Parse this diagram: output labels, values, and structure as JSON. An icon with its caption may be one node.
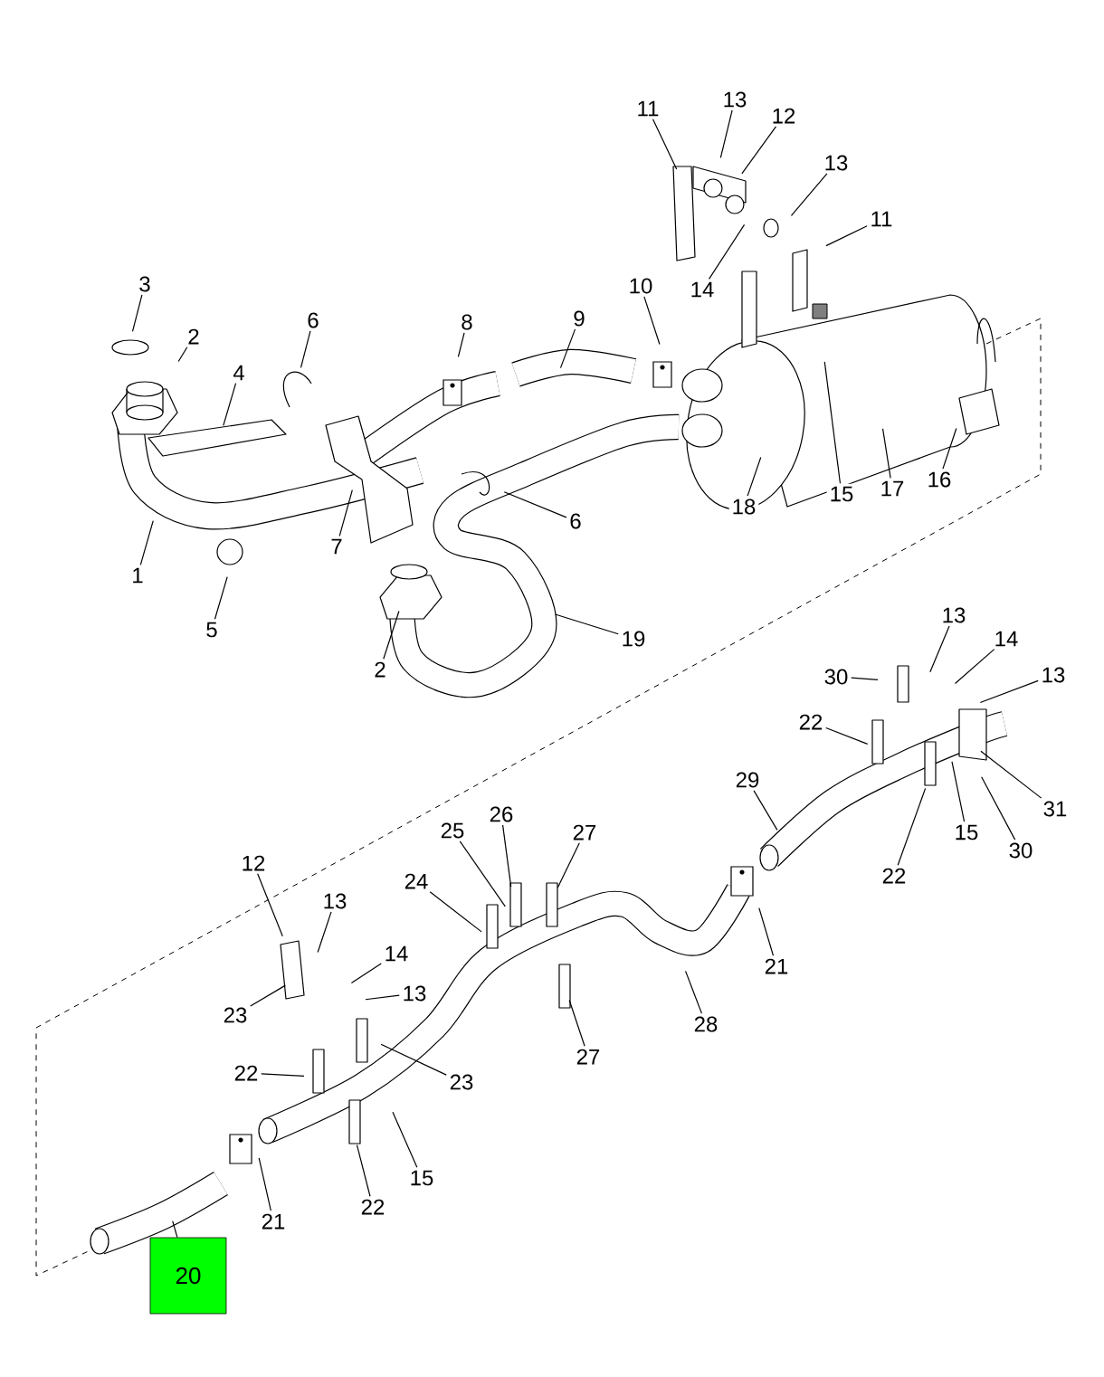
{
  "diagram": {
    "nodes": [
      {
        "text": [
          "11"
        ]
      },
      {
        "text": [
          "13"
        ]
      },
      {
        "text": [
          "12"
        ]
      },
      {
        "text": [
          "13"
        ]
      },
      {
        "text": [
          "11"
        ]
      },
      {
        "text": [
          "14"
        ]
      },
      {
        "text": [
          "3"
        ]
      },
      {
        "text": [
          "10"
        ]
      },
      {
        "text": [
          "2"
        ]
      },
      {
        "text": [
          "6"
        ]
      },
      {
        "text": [
          "8"
        ]
      },
      {
        "text": [
          "9"
        ]
      },
      {
        "text": [
          "4"
        ]
      },
      {
        "text": [
          "16"
        ]
      },
      {
        "text": [
          "17"
        ]
      },
      {
        "text": [
          "15"
        ]
      },
      {
        "text": [
          "18"
        ]
      },
      {
        "text": [
          "6"
        ]
      },
      {
        "text": [
          "7"
        ]
      },
      {
        "text": [
          "1"
        ]
      },
      {
        "text": [
          "5"
        ]
      },
      {
        "text": [
          "19"
        ]
      },
      {
        "text": [
          "2"
        ]
      },
      {
        "text": [
          "13"
        ]
      },
      {
        "text": [
          "14"
        ]
      },
      {
        "text": [
          "13"
        ]
      },
      {
        "text": [
          "30"
        ]
      },
      {
        "text": [
          "22"
        ]
      },
      {
        "text": [
          "29"
        ]
      },
      {
        "text": [
          "31"
        ]
      },
      {
        "text": [
          "15"
        ]
      },
      {
        "text": [
          "30"
        ]
      },
      {
        "text": [
          "22"
        ]
      },
      {
        "text": [
          "26"
        ]
      },
      {
        "text": [
          "25"
        ]
      },
      {
        "text": [
          "27"
        ]
      },
      {
        "text": [
          "12"
        ]
      },
      {
        "text": [
          "24"
        ]
      },
      {
        "text": [
          "13"
        ]
      },
      {
        "text": [
          "14"
        ]
      },
      {
        "text": [
          "21"
        ]
      },
      {
        "text": [
          "13"
        ]
      },
      {
        "text": [
          "23"
        ]
      },
      {
        "text": [
          "28"
        ]
      },
      {
        "text": [
          "27"
        ]
      },
      {
        "text": [
          "22"
        ]
      },
      {
        "text": [
          "23"
        ]
      },
      {
        "text": [
          "15"
        ]
      },
      {
        "text": [
          "22"
        ]
      },
      {
        "text": [
          "21"
        ]
      },
      {
        "text": [
          "20"
        ]
      }
    ],
    "edges": [
      {
        "from": 0,
        "to": null,
        "arrow": "none"
      },
      {
        "from": 1,
        "to": null,
        "arrow": "none"
      },
      {
        "from": 2,
        "to": null,
        "arrow": "none"
      },
      {
        "from": 3,
        "to": null,
        "arrow": "none"
      },
      {
        "from": 4,
        "to": null,
        "arrow": "none"
      },
      {
        "from": 5,
        "to": null,
        "arrow": "none"
      },
      {
        "from": 6,
        "to": null,
        "arrow": "none"
      },
      {
        "from": 7,
        "to": null,
        "arrow": "none"
      },
      {
        "from": 8,
        "to": null,
        "arrow": "none"
      },
      {
        "from": 9,
        "to": null,
        "arrow": "none"
      },
      {
        "from": 10,
        "to": null,
        "arrow": "none"
      },
      {
        "from": 11,
        "to": null,
        "arrow": "none"
      },
      {
        "from": 12,
        "to": null,
        "arrow": "none"
      },
      {
        "from": 13,
        "to": null,
        "arrow": "none"
      },
      {
        "from": 14,
        "to": null,
        "arrow": "none"
      },
      {
        "from": 15,
        "to": null,
        "arrow": "none"
      },
      {
        "from": 16,
        "to": null,
        "arrow": "none"
      },
      {
        "from": 17,
        "to": null,
        "arrow": "none"
      },
      {
        "from": 18,
        "to": null,
        "arrow": "none"
      },
      {
        "from": 19,
        "to": null,
        "arrow": "none"
      },
      {
        "from": 20,
        "to": null,
        "arrow": "none"
      },
      {
        "from": 21,
        "to": null,
        "arrow": "none"
      },
      {
        "from": 22,
        "to": null,
        "arrow": "none"
      },
      {
        "from": 23,
        "to": null,
        "arrow": "none"
      },
      {
        "from": 24,
        "to": null,
        "arrow": "none"
      },
      {
        "from": 25,
        "to": null,
        "arrow": "none"
      },
      {
        "from": 26,
        "to": null,
        "arrow": "none"
      },
      {
        "from": 27,
        "to": null,
        "arrow": "none"
      },
      {
        "from": 28,
        "to": null,
        "arrow": "none"
      },
      {
        "from": 29,
        "to": null,
        "arrow": "none"
      },
      {
        "from": 30,
        "to": null,
        "arrow": "none"
      },
      {
        "from": 31,
        "to": null,
        "arrow": "none"
      },
      {
        "from": 32,
        "to": null,
        "arrow": "none"
      },
      {
        "from": 33,
        "to": null,
        "arrow": "none"
      },
      {
        "from": 34,
        "to": null,
        "arrow": "none"
      },
      {
        "from": 35,
        "to": null,
        "arrow": "none"
      },
      {
        "from": 36,
        "to": null,
        "arrow": "none"
      },
      {
        "from": 37,
        "to": null,
        "arrow": "none"
      },
      {
        "from": 38,
        "to": null,
        "arrow": "none"
      },
      {
        "from": 39,
        "to": null,
        "arrow": "none"
      },
      {
        "from": 40,
        "to": null,
        "arrow": "none"
      },
      {
        "from": 41,
        "to": null,
        "arrow": "none"
      },
      {
        "from": 42,
        "to": null,
        "arrow": "none"
      },
      {
        "from": 43,
        "to": null,
        "arrow": "none"
      },
      {
        "from": 44,
        "to": null,
        "arrow": "none"
      },
      {
        "from": 45,
        "to": null,
        "arrow": "none"
      },
      {
        "from": 46,
        "to": null,
        "arrow": "none"
      },
      {
        "from": 47,
        "to": null,
        "arrow": "none"
      },
      {
        "from": 48,
        "to": null,
        "arrow": "none"
      },
      {
        "from": 49,
        "to": null,
        "arrow": "none"
      },
      {
        "from": 50,
        "to": null,
        "arrow": "none"
      }
    ]
  }
}
